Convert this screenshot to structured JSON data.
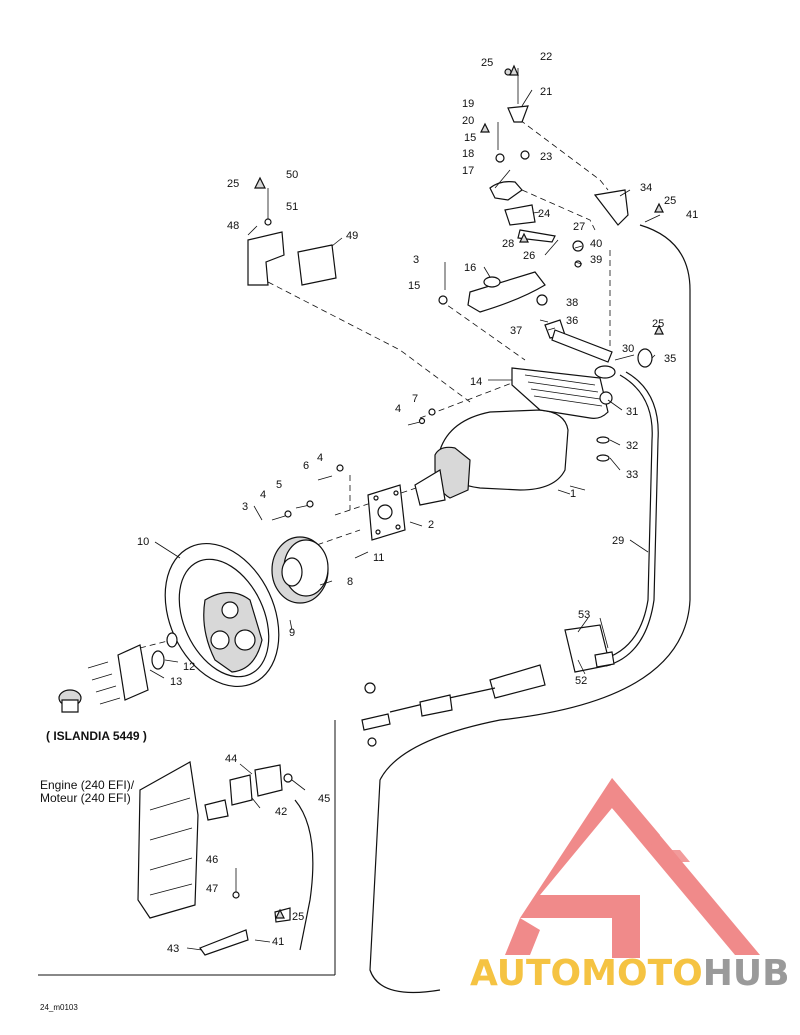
{
  "labels": {
    "p1": "1",
    "p2": "2",
    "p3a": "3",
    "p3b": "3",
    "p4a": "4",
    "p4b": "4",
    "p4c": "4",
    "p5": "5",
    "p6": "6",
    "p7": "7",
    "p8": "8",
    "p9": "9",
    "p10": "10",
    "p11": "11",
    "p12": "12",
    "p13": "13",
    "p14": "14",
    "p15a": "15",
    "p15b": "15",
    "p16": "16",
    "p17": "17",
    "p18": "18",
    "p19": "19",
    "p20": "20",
    "p21": "21",
    "p22": "22",
    "p23": "23",
    "p24": "24",
    "p25a": "25",
    "p25b": "25",
    "p25c": "25",
    "p25d": "25",
    "p25e": "25",
    "p26": "26",
    "p27": "27",
    "p28": "28",
    "p29": "29",
    "p30": "30",
    "p31": "31",
    "p32": "32",
    "p33": "33",
    "p34": "34",
    "p35": "35",
    "p36": "36",
    "p37": "37",
    "p38": "38",
    "p39": "39",
    "p40": "40",
    "p41a": "41",
    "p41b": "41",
    "p42": "42",
    "p43": "43",
    "p44": "44",
    "p45": "45",
    "p46": "46",
    "p47": "47",
    "p48": "48",
    "p49": "49",
    "p50": "50",
    "p51": "51",
    "p52": "52",
    "p53": "53"
  },
  "inset": {
    "title": "( ISLANDIA 5449 )",
    "engine_en": "Engine (240 EFI)/",
    "engine_fr": "Moteur (240 EFI)"
  },
  "figure_code": "24_m0103",
  "watermark": {
    "part1": "AUTO",
    "part2": "MOTO",
    "part3": "HUB",
    "logo_color": "#f08a8a",
    "text_color_1": "#f5c342",
    "text_color_2": "#9a9a9a"
  }
}
